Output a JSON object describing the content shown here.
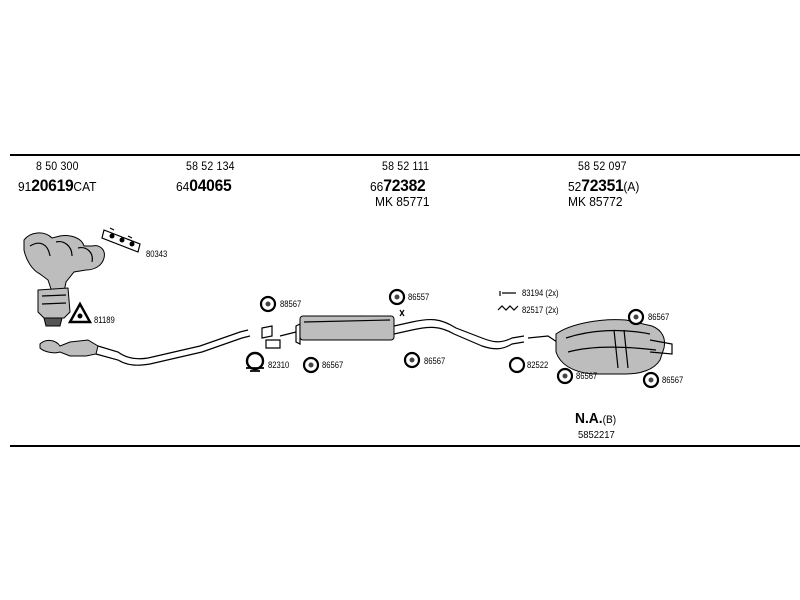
{
  "header": {
    "col1": {
      "orig": "8 50 300",
      "prefix": "91",
      "number": "20619",
      "suffix": "CAT"
    },
    "col2": {
      "orig": "58 52 134",
      "prefix": "64",
      "number": "04065",
      "suffix": ""
    },
    "col3": {
      "orig": "58 52 111",
      "prefix": "66",
      "number": "72382",
      "suffix": "",
      "mk": "MK  85771"
    },
    "col4": {
      "orig": "58 52 097",
      "prefix": "52",
      "number": "72351",
      "suffix": "(A)",
      "mk": "MK  85772"
    }
  },
  "parts": {
    "p80343": "80343",
    "p81189": "81189",
    "p88567": "88567",
    "p86557": "86557",
    "p86567a": "86567",
    "p82310": "82310",
    "p86567b": "86567",
    "p83194": "83194 (2x)",
    "p82517": "82517 (2x)",
    "p82522": "82522",
    "p86567c": "86567",
    "p86567d": "86567",
    "p86567e": "86567"
  },
  "footer": {
    "na_label": "N.A.",
    "na_suffix": "(B)",
    "number": "5852217"
  }
}
